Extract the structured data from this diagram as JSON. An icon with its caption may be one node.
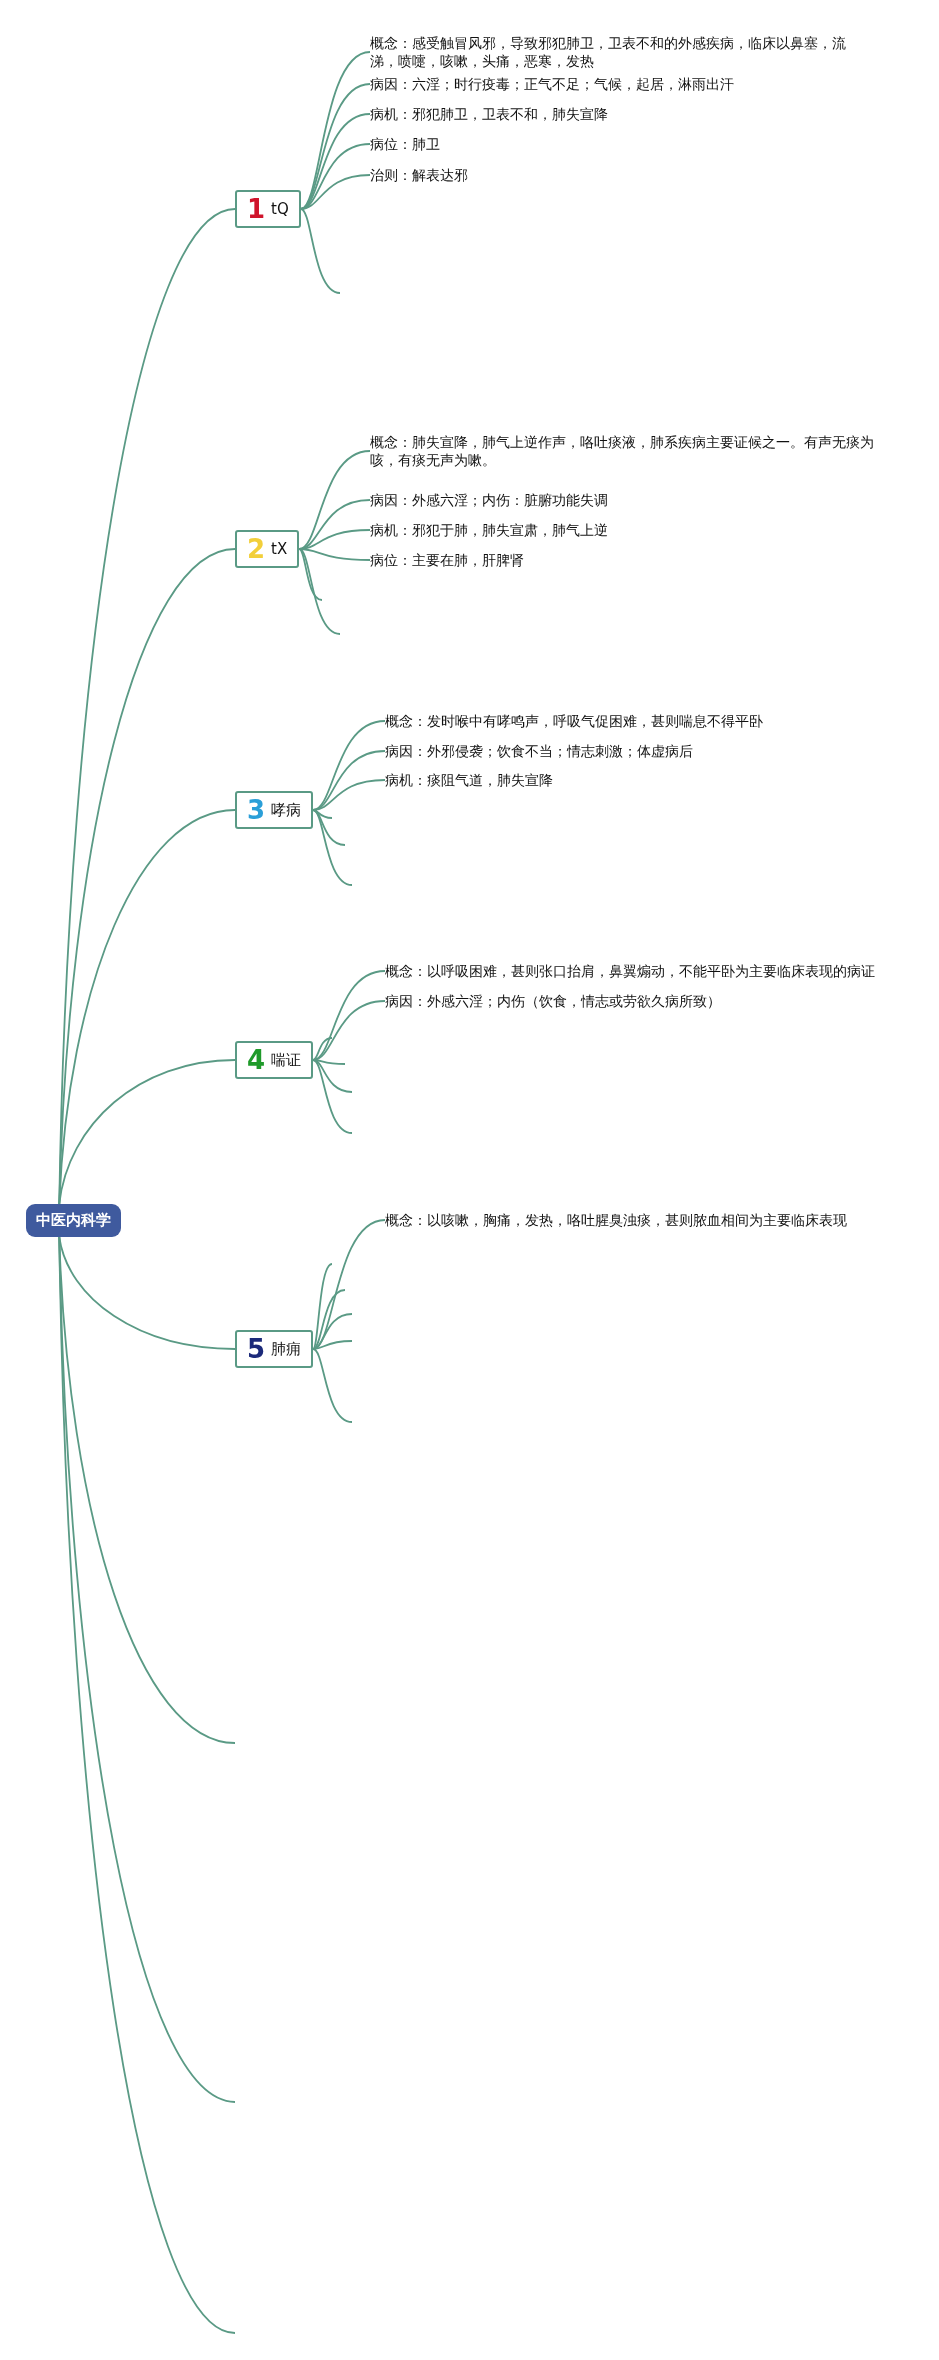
{
  "diagram": {
    "nodes": [
      {
        "text": [
          "中医内科学"
        ]
      },
      {
        "text": [
          "1",
          "tQ"
        ]
      },
      {
        "text": [
          "概念：感受触冒风邪，导致邪犯肺卫，卫表不和的外感疾病，临床以鼻塞，流涕，喷嚏，咳嗽，头痛，恶寒，发热"
        ]
      },
      {
        "text": [
          "病因：六淫；时行疫毒；正气不足；气候，起居，淋雨出汗"
        ]
      },
      {
        "text": [
          "病机：邪犯肺卫，卫表不和，肺失宣降"
        ]
      },
      {
        "text": [
          "病位：肺卫"
        ]
      },
      {
        "text": [
          "治则：解表达邪"
        ]
      },
      {
        "text": [
          "2",
          "tX"
        ]
      },
      {
        "text": [
          "概念：肺失宣降，肺气上逆作声，咯吐痰液，肺系疾病主要证候之一。有声无痰为咳，有痰无声为嗽。"
        ]
      },
      {
        "text": [
          "病因：外感六淫；内伤：脏腑功能失调"
        ]
      },
      {
        "text": [
          "病机：邪犯于肺，肺失宣肃，肺气上逆"
        ]
      },
      {
        "text": [
          "病位：主要在肺，肝脾肾"
        ]
      },
      {
        "text": [
          "3",
          "哮病"
        ]
      },
      {
        "text": [
          "概念：发时喉中有哮鸣声，呼吸气促困难，甚则喘息不得平卧"
        ]
      },
      {
        "text": [
          "病因：外邪侵袭；饮食不当；情志刺激；体虚病后"
        ]
      },
      {
        "text": [
          "病机：痰阻气道，肺失宣降"
        ]
      },
      {
        "text": [
          "4",
          "喘证"
        ]
      },
      {
        "text": [
          "概念：以呼吸困难，甚则张口抬肩，鼻翼煽动，不能平卧为主要临床表现的病证"
        ]
      },
      {
        "text": [
          "病因：外感六淫；内伤（饮食，情志或劳欲久病所致）"
        ]
      },
      {
        "text": [
          "5",
          "肺痈"
        ]
      },
      {
        "text": [
          "概念：以咳嗽，胸痛，发热，咯吐腥臭浊痰，甚则脓血相间为主要临床表现"
        ]
      }
    ],
    "edges": [
      {
        "from": 0,
        "to": 1,
        "arrow": "none"
      },
      {
        "from": 1,
        "to": 2,
        "arrow": "none"
      },
      {
        "from": 1,
        "to": 3,
        "arrow": "none"
      },
      {
        "from": 1,
        "to": 4,
        "arrow": "none"
      },
      {
        "from": 1,
        "to": 5,
        "arrow": "none"
      },
      {
        "from": 1,
        "to": 6,
        "arrow": "none"
      },
      {
        "from": 1,
        "to": null,
        "arrow": "none"
      },
      {
        "from": 0,
        "to": 7,
        "arrow": "none"
      },
      {
        "from": 7,
        "to": 8,
        "arrow": "none"
      },
      {
        "from": 7,
        "to": 9,
        "arrow": "none"
      },
      {
        "from": 7,
        "to": 10,
        "arrow": "none"
      },
      {
        "from": 7,
        "to": 11,
        "arrow": "none"
      },
      {
        "from": 7,
        "to": null,
        "arrow": "none"
      },
      {
        "from": 7,
        "to": null,
        "arrow": "none"
      },
      {
        "from": 0,
        "to": 12,
        "arrow": "none"
      },
      {
        "from": 12,
        "to": 13,
        "arrow": "none"
      },
      {
        "from": 12,
        "to": 14,
        "arrow": "none"
      },
      {
        "from": 12,
        "to": 15,
        "arrow": "none"
      },
      {
        "from": 12,
        "to": null,
        "arrow": "none"
      },
      {
        "from": 12,
        "to": null,
        "arrow": "none"
      },
      {
        "from": 12,
        "to": null,
        "arrow": "none"
      },
      {
        "from": 0,
        "to": 16,
        "arrow": "none"
      },
      {
        "from": 16,
        "to": 17,
        "arrow": "none"
      },
      {
        "from": 16,
        "to": 18,
        "arrow": "none"
      },
      {
        "from": 16,
        "to": null,
        "arrow": "none"
      },
      {
        "from": 16,
        "to": null,
        "arrow": "none"
      },
      {
        "from": 16,
        "to": null,
        "arrow": "none"
      },
      {
        "from": 16,
        "to": null,
        "arrow": "none"
      },
      {
        "from": 0,
        "to": 19,
        "arrow": "none"
      },
      {
        "from": 19,
        "to": 20,
        "arrow": "none"
      },
      {
        "from": 19,
        "to": null,
        "arrow": "none"
      },
      {
        "from": 19,
        "to": null,
        "arrow": "none"
      },
      {
        "from": 19,
        "to": null,
        "arrow": "none"
      },
      {
        "from": 19,
        "to": null,
        "arrow": "none"
      },
      {
        "from": 19,
        "to": null,
        "arrow": "none"
      },
      {
        "from": 0,
        "to": null,
        "arrow": "none"
      },
      {
        "from": 0,
        "to": null,
        "arrow": "none"
      },
      {
        "from": 0,
        "to": null,
        "arrow": "none"
      }
    ]
  }
}
